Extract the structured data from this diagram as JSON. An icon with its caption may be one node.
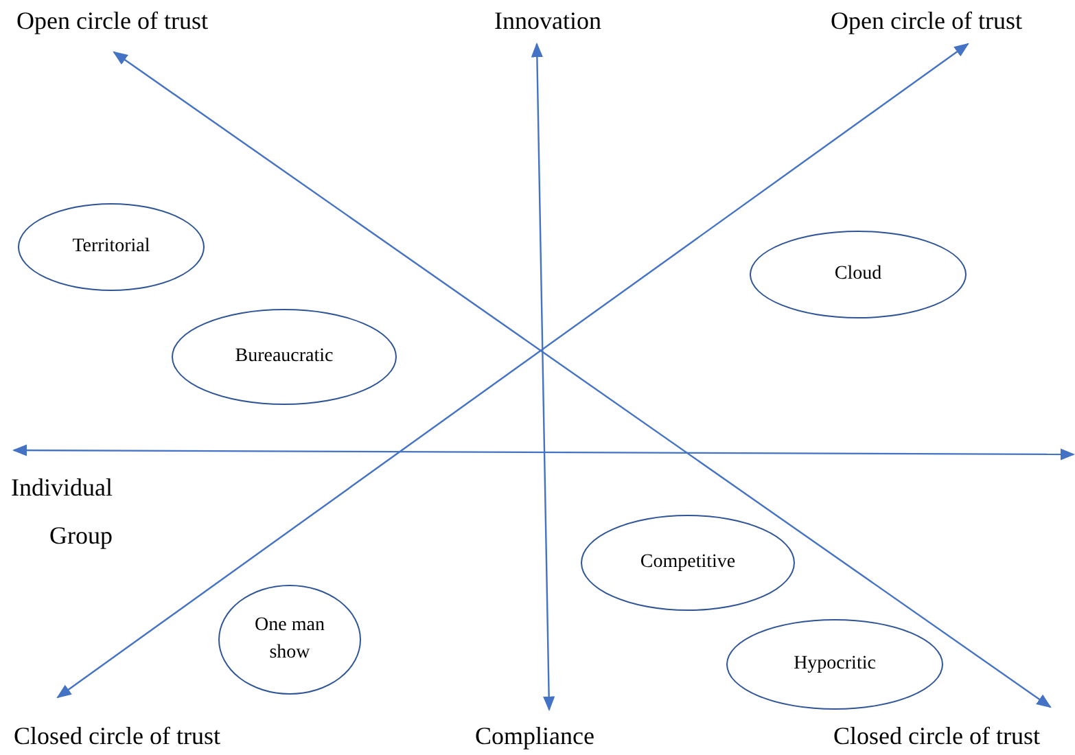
{
  "diagram": {
    "nodes": [
      {
        "text": [
          "Territorial"
        ]
      },
      {
        "text": [
          "Bureaucratic"
        ]
      },
      {
        "text": [
          "Cloud"
        ]
      },
      {
        "text": [
          "Competitive"
        ]
      },
      {
        "text": [
          "One man show"
        ]
      },
      {
        "text": [
          "Hypocritic"
        ]
      }
    ],
    "edges": [],
    "labels": [
      "Open circle of trust",
      "Innovation",
      "Open circle of trust",
      "Individual",
      "Group",
      "Closed circle of trust",
      "Compliance",
      "Closed circle of trust"
    ]
  }
}
